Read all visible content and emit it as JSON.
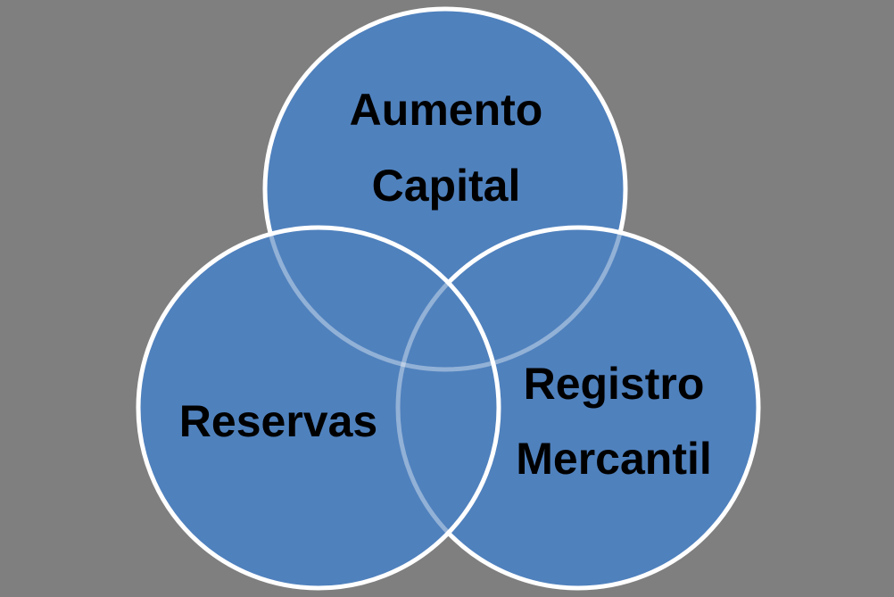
{
  "title": "Three-circle Venn diagram",
  "colors": {
    "background": "#7F7F7F",
    "circle_fill": "#4F81BD",
    "circle_border": "#FFFFFF",
    "covered_border": "rgba(255,255,255,0.38)",
    "text": "#000000"
  },
  "diagram": {
    "type": "venn-3-circle",
    "circles": [
      {
        "id": "top",
        "label": "Aumento Capital",
        "lines": [
          "Aumento",
          "Capital"
        ]
      },
      {
        "id": "bottom-left",
        "label": "Reservas",
        "lines": [
          "Reservas"
        ]
      },
      {
        "id": "bottom-right",
        "label": "Registro Mercantil",
        "lines": [
          "Registro",
          "Mercantil"
        ]
      }
    ]
  }
}
